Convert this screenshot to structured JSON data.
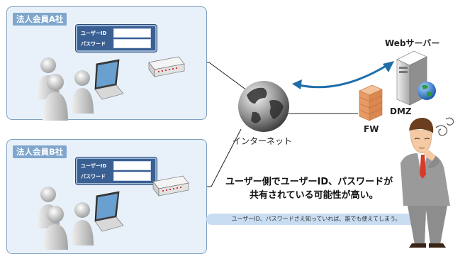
{
  "member_a": {
    "label": "法人会員A社",
    "user_id_label": "ユーザーID",
    "password_label": "パスワード"
  },
  "member_b": {
    "label": "法人会員B社",
    "user_id_label": "ユーザーID",
    "password_label": "パスワード"
  },
  "internet_label": "インターネット",
  "web_server_label": "Webサーバー",
  "dmz_label": "DMZ",
  "fw_label": "FW",
  "message_line1": "ユーザー側でユーザーID、パスワードが",
  "message_line2": "共有されている可能性が高い。",
  "caption": "ユーザーID、パスワードさえ知っていれば、誰でも使えてしまう。",
  "colors": {
    "panel_bg": "#e8f1fa",
    "panel_border": "#7f9fbf",
    "label_bg": "#7fa6cc",
    "arrow": "#1f6ea9",
    "login_bg": "#3a5f93"
  }
}
